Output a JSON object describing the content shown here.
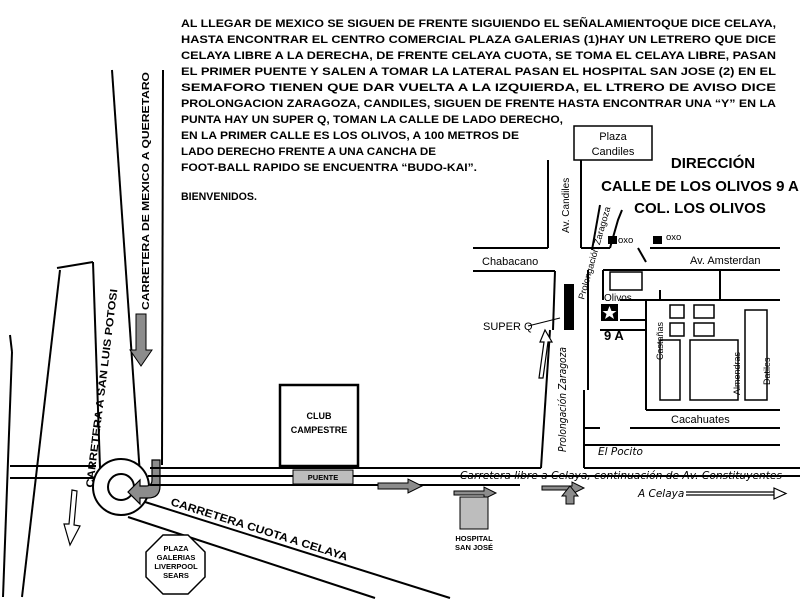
{
  "instructions": {
    "lines": [
      "AL LLEGAR DE MEXICO SE SIGUEN DE FRENTE SIGUIENDO EL SEÑALAMIENTOQUE DICE CELAYA,",
      "HASTA ENCONTRAR EL CENTRO COMERCIAL PLAZA GALERIAS (1)HAY UN LETRERO QUE  DICE",
      "CELAYA LIBRE A LA DERECHA, DE FRENTE  CELAYA CUOTA, SE TOMA EL CELAYA LIBRE, PASAN",
      "EL PRIMER PUENTE Y SALEN A TOMAR LA LATERAL PASAN EL HOSPITAL SAN JOSE (2) EN EL",
      "SEMAFORO TIENEN QUE DAR VUELTA A LA IZQUIERDA, EL LTRERO DE AVISO DICE",
      "PROLONGACION ZARAGOZA, CANDILES, SIGUEN DE FRENTE HASTA ENCONTRAR UNA “Y” EN LA",
      "PUNTA HAY UN SUPER Q, TOMAN LA CALLE DE LADO DERECHO,",
      "EN LA PRIMER CALLE ES LOS OLIVOS, A 100 METROS DE",
      "LADO DERECHO FRENTE A UNA CANCHA DE",
      "FOOT-BALL RAPIDO SE ENCUENTRA “BUDO-KAI”."
    ],
    "welcome": "BIENVENIDOS."
  },
  "address": {
    "heading": "DIRECCIÓN",
    "street": "CALLE DE LOS OLIVOS 9 A",
    "colony": "COL. LOS OLIVOS"
  },
  "map": {
    "roads": {
      "mexico_queretaro": "CARRETERA DE MEXICO A QUERETARO",
      "san_luis_potosi": "CARRETERA A SAN LUIS POTOSI",
      "cuota_celaya": "CARRETERA CUOTA A CELAYA",
      "libre_celaya": "Carretera libre a Celaya, continuación de Av. Constituyentes",
      "a_celaya": "A Celaya",
      "av_candiles": "Av. Candiles",
      "prolongacion_zaragoza_top": "Prolongación Zaragoza",
      "prolongacion_zaragoza_bottom": "Prolongación Zaragoza",
      "chabacano": "Chabacano",
      "av_amsterdan": "Av. Amsterdan",
      "olivos": "Olivos",
      "castanas": "Castañas",
      "almendras": "Almendras",
      "datiles": "Datiles",
      "cacahuates": "Cacahuates",
      "el_pocito": "El Pocito"
    },
    "places": {
      "plaza_candiles": [
        "Plaza",
        "Candiles"
      ],
      "club_campestre": [
        "CLUB",
        "CAMPESTRE"
      ],
      "puente": "PUENTE",
      "hospital": [
        "HOSPITAL",
        "SAN JOSÉ"
      ],
      "plaza_galerias": [
        "PLAZA",
        "GALERIAS",
        "LIVERPOOL",
        "SEARS"
      ],
      "super_q": "SUPER Q",
      "oxxo_1": "oxo",
      "oxxo_2": "oxo",
      "destination_number": "9 A"
    },
    "icons": {
      "destination": "star-icon",
      "direction": "arrow-icon",
      "u_turn": "u-turn-arrow-icon"
    },
    "colors": {
      "ink": "#000000",
      "arrow_fill": "#8c8c8c",
      "building_fill": "#bdbdbd"
    }
  }
}
